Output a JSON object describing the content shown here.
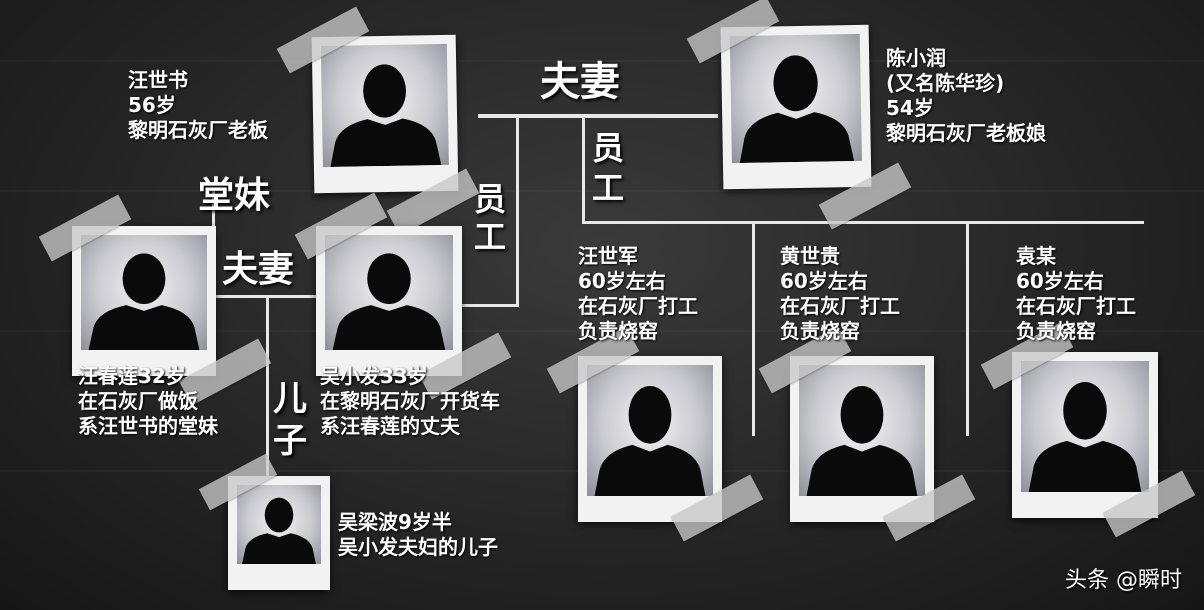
{
  "people": {
    "wang_shishu": {
      "lines": [
        "汪世书",
        "56岁",
        "黎明石灰厂老板"
      ]
    },
    "chen_xiaorun": {
      "lines": [
        "陈小润",
        "(又名陈华珍)",
        "54岁",
        "黎明石灰厂老板娘"
      ]
    },
    "wang_chunlian": {
      "lines": [
        "汪春莲32岁",
        "在石灰厂做饭",
        "系汪世书的堂妹"
      ]
    },
    "wu_xiaofa": {
      "lines": [
        "吴小发33岁",
        "在黎明石灰厂开货车",
        "系汪春莲的丈夫"
      ]
    },
    "wang_shijun": {
      "lines": [
        "汪世军",
        "60岁左右",
        "在石灰厂打工",
        "负责烧窑"
      ]
    },
    "huang_shigui": {
      "lines": [
        "黄世贵",
        "60岁左右",
        "在石灰厂打工",
        "负责烧窑"
      ]
    },
    "yuan_mou": {
      "lines": [
        "袁某",
        "60岁左右",
        "在石灰厂打工",
        "负责烧窑"
      ]
    },
    "wu_liangbo": {
      "lines": [
        "吴梁波9岁半",
        "吴小发夫妇的儿子"
      ]
    }
  },
  "relations": {
    "couple_top": "夫妻",
    "cousin": "堂妹",
    "couple_left": "夫妻",
    "employee_wu": [
      "员",
      "工"
    ],
    "employee_workers": [
      "员",
      "工"
    ],
    "son": [
      "儿",
      "子"
    ]
  },
  "watermark": "头条 @瞬时",
  "colors": {
    "background": "#262626",
    "text": "#ffffff",
    "lines": "#e8e8e8",
    "photo_frame": "#f2f2f2"
  },
  "icons": {
    "silhouette": "person-silhouette-icon"
  }
}
